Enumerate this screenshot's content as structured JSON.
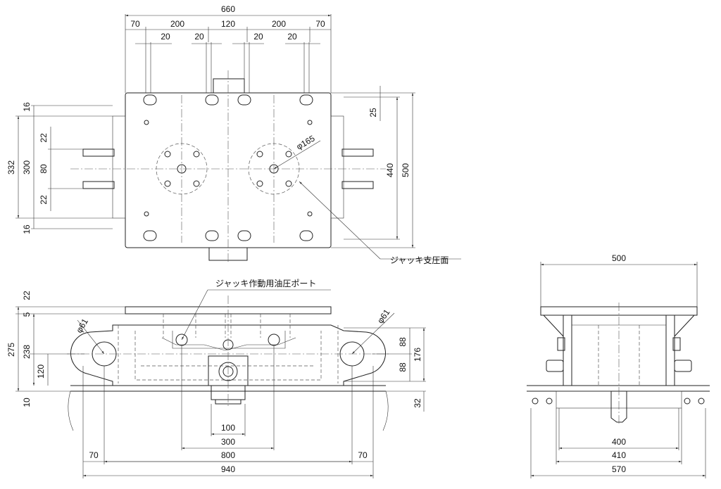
{
  "labels": {
    "jack_surface": "ジャッキ支圧面",
    "hydraulic_port": "ジャッキ作動用油圧ポート"
  },
  "top_view": {
    "overall_width": "660",
    "spans": [
      "70",
      "200",
      "120",
      "200",
      "70"
    ],
    "slots": [
      "20",
      "20",
      "20",
      "20"
    ],
    "left_vertical": {
      "overall": "332",
      "top": "16",
      "bottom": "16",
      "inner": "300",
      "upper": "22",
      "mid": "80",
      "lower": "22"
    },
    "right_vertical": {
      "overall": "500",
      "inner": "440",
      "offset": "25"
    },
    "diameter": "φ165"
  },
  "front_view": {
    "left_vertical": {
      "a": "22",
      "b": "5",
      "overall": "275",
      "c": "238",
      "d": "120",
      "e": "10"
    },
    "right_vertical": {
      "a": "88",
      "b": "88",
      "overall": "176",
      "c": "32"
    },
    "diameter_left": "φ61",
    "diameter_right": "φ61",
    "bottom": {
      "d100": "100",
      "d300": "300",
      "d800": "800",
      "d940": "940",
      "d70l": "70",
      "d70r": "70"
    }
  },
  "side_view": {
    "top_width": "500",
    "bottom": {
      "d400": "400",
      "d410": "410",
      "d570": "570"
    }
  }
}
